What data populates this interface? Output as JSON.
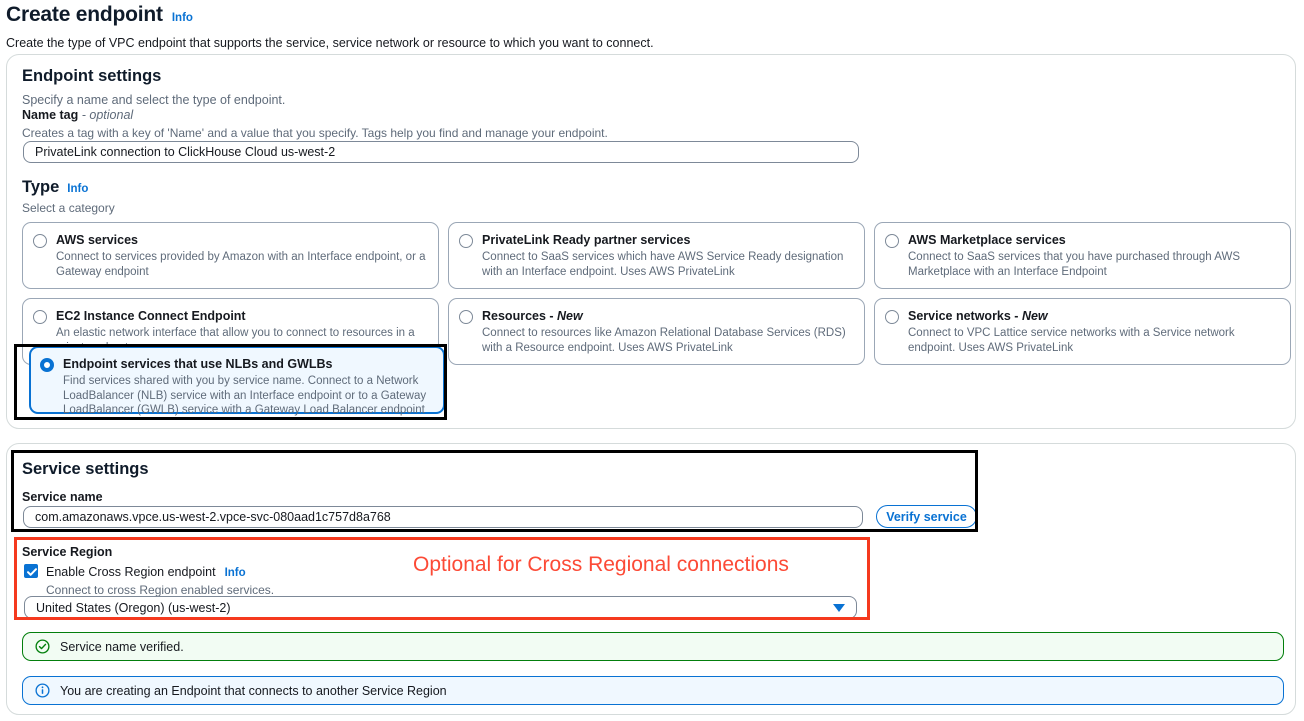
{
  "header": {
    "title": "Create endpoint",
    "info_label": "Info",
    "subtitle": "Create the type of VPC endpoint that supports the service, service network or resource to which you want to connect."
  },
  "endpoint_settings": {
    "title": "Endpoint settings",
    "description": "Specify a name and select the type of endpoint.",
    "name_tag": {
      "label": "Name tag",
      "optional_suffix": "- optional",
      "hint": "Creates a tag with a key of 'Name' and a value that you specify. Tags help you find and manage your endpoint.",
      "value": "PrivateLink connection to ClickHouse Cloud us-west-2",
      "placeholder": ""
    },
    "type": {
      "label": "Type",
      "info_label": "Info",
      "hint": "Select a category",
      "options": [
        {
          "title": "AWS services",
          "description": "Connect to services provided by Amazon with an Interface endpoint, or a Gateway endpoint",
          "selected": false,
          "badge": ""
        },
        {
          "title": "PrivateLink Ready partner services",
          "description": "Connect to SaaS services which have AWS Service Ready designation with an Interface endpoint. Uses AWS PrivateLink",
          "selected": false,
          "badge": ""
        },
        {
          "title": "AWS Marketplace services",
          "description": "Connect to SaaS services that you have purchased through AWS Marketplace with an Interface Endpoint",
          "selected": false,
          "badge": ""
        },
        {
          "title": "EC2 Instance Connect Endpoint",
          "description": "An elastic network interface that allow you to connect to resources in a private subnet",
          "selected": false,
          "badge": ""
        },
        {
          "title": "Resources - ",
          "description": "Connect to resources like Amazon Relational Database Services (RDS) with a Resource endpoint. Uses AWS PrivateLink",
          "selected": false,
          "badge": "New"
        },
        {
          "title": "Service networks - ",
          "description": "Connect to VPC Lattice service networks with a Service network endpoint. Uses AWS PrivateLink",
          "selected": false,
          "badge": "New"
        },
        {
          "title": "Endpoint services that use NLBs and GWLBs",
          "description": "Find services shared with you by service name. Connect to a Network LoadBalancer (NLB) service with an Interface endpoint or to a Gateway LoadBalancer (GWLB) service with a Gateway Load Balancer endpoint",
          "selected": true,
          "badge": ""
        }
      ]
    }
  },
  "service_settings": {
    "title": "Service settings",
    "service_name": {
      "label": "Service name",
      "value": "com.amazonaws.vpce.us-west-2.vpce-svc-080aad1c757d8a768",
      "placeholder": ""
    },
    "verify_button_label": "Verify service",
    "service_region": {
      "label": "Service Region",
      "checkbox_label": "Enable Cross Region endpoint",
      "checkbox_checked": true,
      "info_label": "Info",
      "checkbox_hint": "Connect to cross Region enabled services.",
      "selected_region": "United States (Oregon) (us-west-2)"
    },
    "alerts": [
      {
        "type": "success",
        "icon": "check-circle-icon",
        "message": "Service name verified."
      },
      {
        "type": "info",
        "icon": "info-circle-icon",
        "message": "You are creating an Endpoint that connects to another Service Region"
      }
    ]
  },
  "annotations": {
    "red_note": "Optional for Cross Regional connections",
    "black_box_color": "#000000",
    "red_box_color": "#f5391e",
    "red_text_color": "#fc4a36"
  }
}
